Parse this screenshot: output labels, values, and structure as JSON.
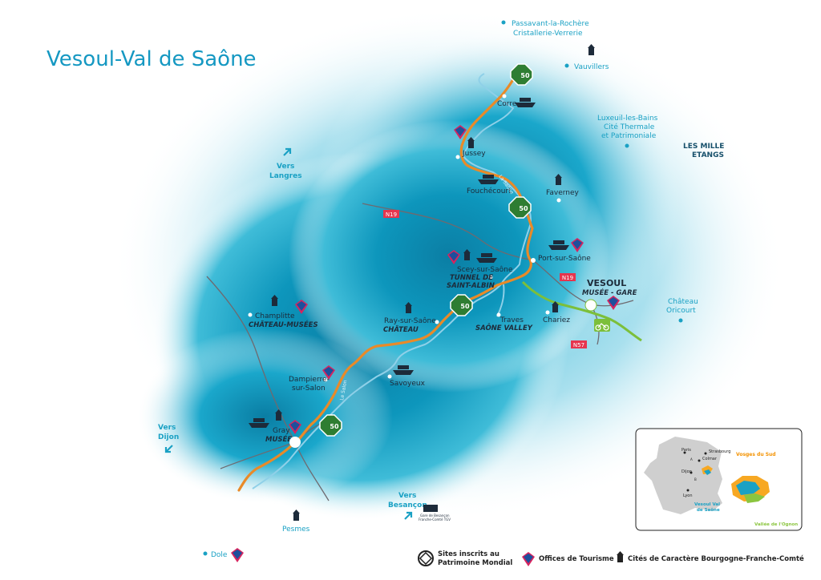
{
  "title": "Vesoul-Val de Saône",
  "roads": {
    "n19_a": "N19",
    "n19_b": "N19",
    "n57": "N57",
    "v50": "50"
  },
  "places": {
    "passavant": "Passavant-la-Rochère",
    "passavant2": "Cristallerie-Verrerie",
    "vauvillers": "Vauvillers",
    "luxeuil1": "Luxeuil-les-Bains",
    "luxeuil2": "Cité Thermale",
    "luxeuil3": "et Patrimoniale",
    "mille1": "LES MILLE",
    "mille2": "ETANGS",
    "corre": "Corre",
    "jussey": "Jussey",
    "fouchecourt": "Fouchécourt",
    "faverney": "Faverney",
    "port": "Port-sur-Saône",
    "scey": "Scey-sur-Saône",
    "tunnel1": "TUNNEL DE",
    "tunnel2": "SAINT-ALBIN",
    "vesoul": "VESOUL",
    "vesoul_sub": "MUSÉE - GARE",
    "chariez": "Chariez",
    "chateau_ori1": "Château",
    "chateau_ori2": "Oricourt",
    "traves": "Traves",
    "saone_valley": "SAÔNE VALLEY",
    "ray": "Ray-sur-Saône",
    "ray_sub": "CHÂTEAU",
    "champlitte": "Champlitte",
    "champlitte_sub": "CHÂTEAU-MUSÉES",
    "langres1": "Vers",
    "langres2": "Langres",
    "dampierre1": "Dampierre-",
    "dampierre2": "sur-Salon",
    "savoyeux": "Savoyeux",
    "gray": "Gray",
    "gray_sub": "MUSÉE",
    "dijon1": "Vers",
    "dijon2": "Dijon",
    "besancon1": "Vers",
    "besancon2": "Besançon",
    "tgv1": "Gare de Besançon",
    "tgv2": "Franche-Comté TGV",
    "pesmes": "Pesmes",
    "dole": "Dole",
    "la_saone": "La Saône",
    "le_salon": "Le Salon"
  },
  "inset": {
    "paris": "Paris",
    "strasbourg": "Strasbourg",
    "colmar": "Colmar",
    "dijon": "Dijon",
    "lyon": "Lyon",
    "vosges": "Vosges du Sud",
    "vesoul1": "Vesoul Val",
    "vesoul2": "de Saône",
    "ognon": "Vallée de l'Ognon",
    "a": "A",
    "b": "B"
  },
  "legend": {
    "unesco1": "Sites inscrits au",
    "unesco2": "Patrimoine Mondial",
    "offices": "Offices de Tourisme",
    "cites": "Cités de Caractère Bourgogne-Franche-Comté"
  },
  "colors": {
    "water": "#0c8fb3",
    "route": "#e98a28",
    "river": "#8fd0e8",
    "green_route": "#7cbf3a",
    "label_cyan": "#1aa1c4"
  }
}
